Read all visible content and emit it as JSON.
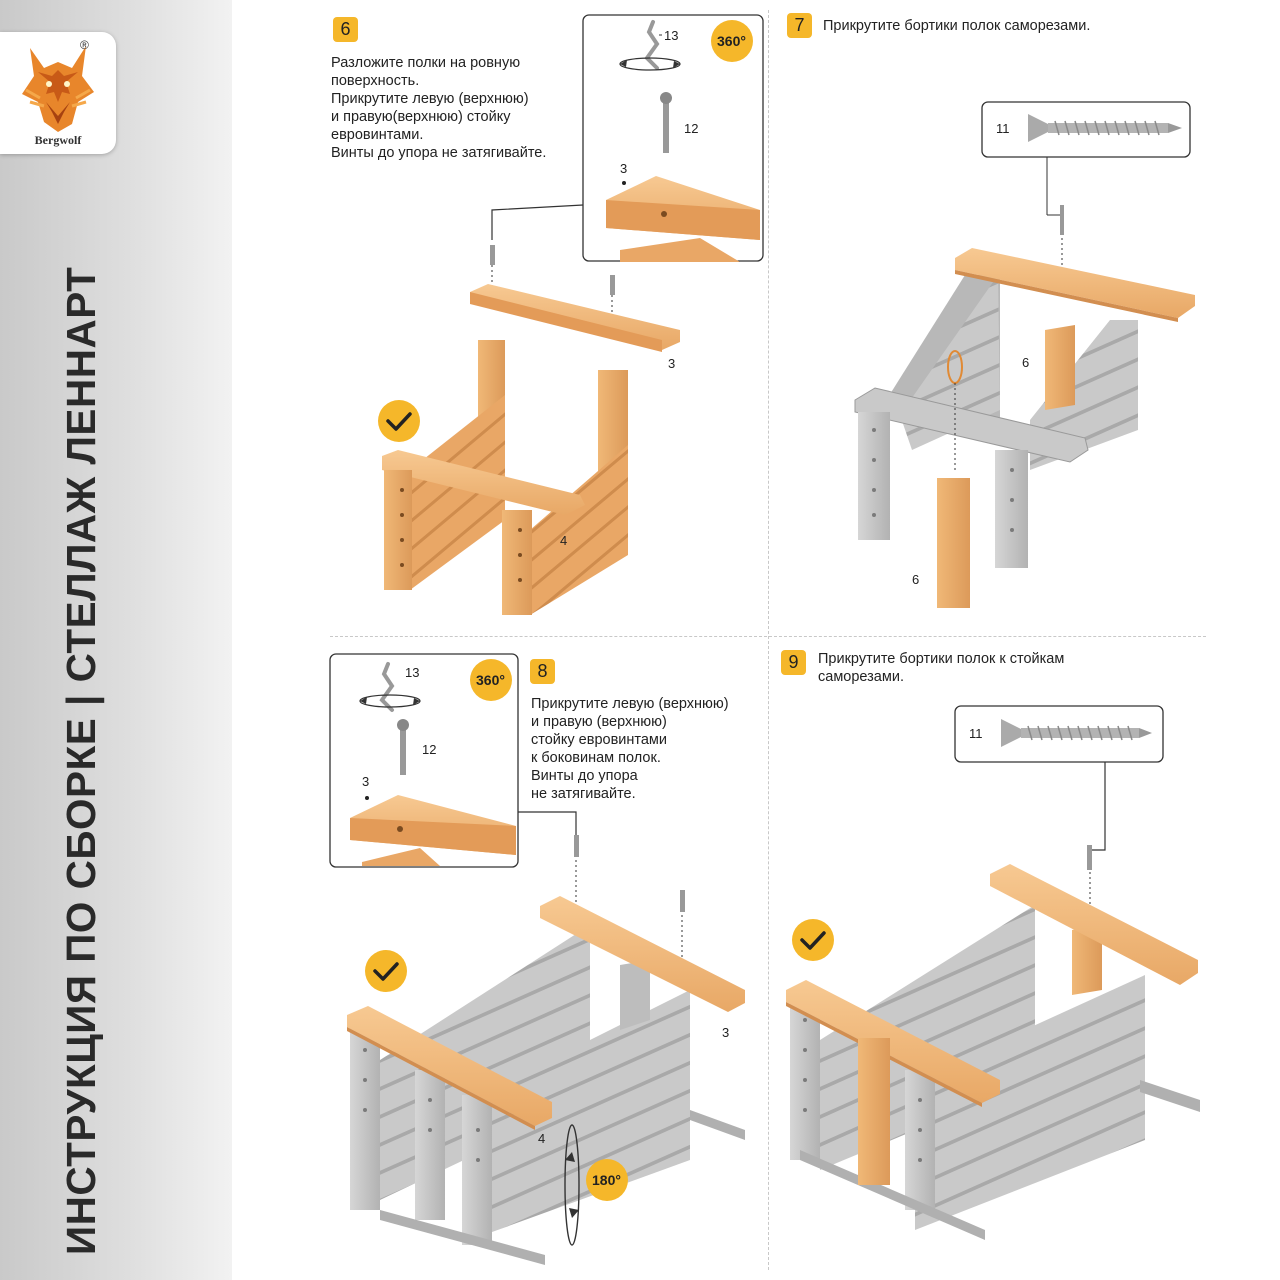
{
  "brand": {
    "name": "Bergwolf",
    "registered": "®"
  },
  "title": "ИНСТРУКЦИЯ ПО СБОРКЕ | СТЕЛЛАЖ ЛЕННАРТ",
  "colors": {
    "accent": "#f5b72a",
    "wood": "#e9a766",
    "metal": "#c4c4c4",
    "sidebar": "#d6d6d6"
  },
  "steps": [
    {
      "number": "6",
      "text": "Разложите полки на ровную\nповерхность.\nПрикрутите левую (верхнюю)\nи правую(верхнюю) стойку\nевровинтами.\nВинты до упора не затягивайте."
    },
    {
      "number": "7",
      "text": "Прикрутите бортики полок саморезами."
    },
    {
      "number": "8",
      "text": "Прикрутите левую (верхнюю)\nи правую (верхнюю)\nстойку евровинтами\nк боковинам полок.\nВинты до упора\nне затягивайте."
    },
    {
      "number": "9",
      "text": "Прикрутите бортики полок к стойкам\nсаморезами."
    }
  ],
  "rotation_badges": {
    "r360": "360°",
    "r180": "180°"
  },
  "part_labels": {
    "p3": "3",
    "p4": "4",
    "p6": "6",
    "p11": "11",
    "p12": "12",
    "p13": "13"
  },
  "icons": [
    "wolf-logo-icon",
    "checkmark-icon",
    "rotate-360-icon",
    "rotate-180-icon",
    "screw-icon",
    "eurobolt-icon",
    "hex-key-icon"
  ]
}
